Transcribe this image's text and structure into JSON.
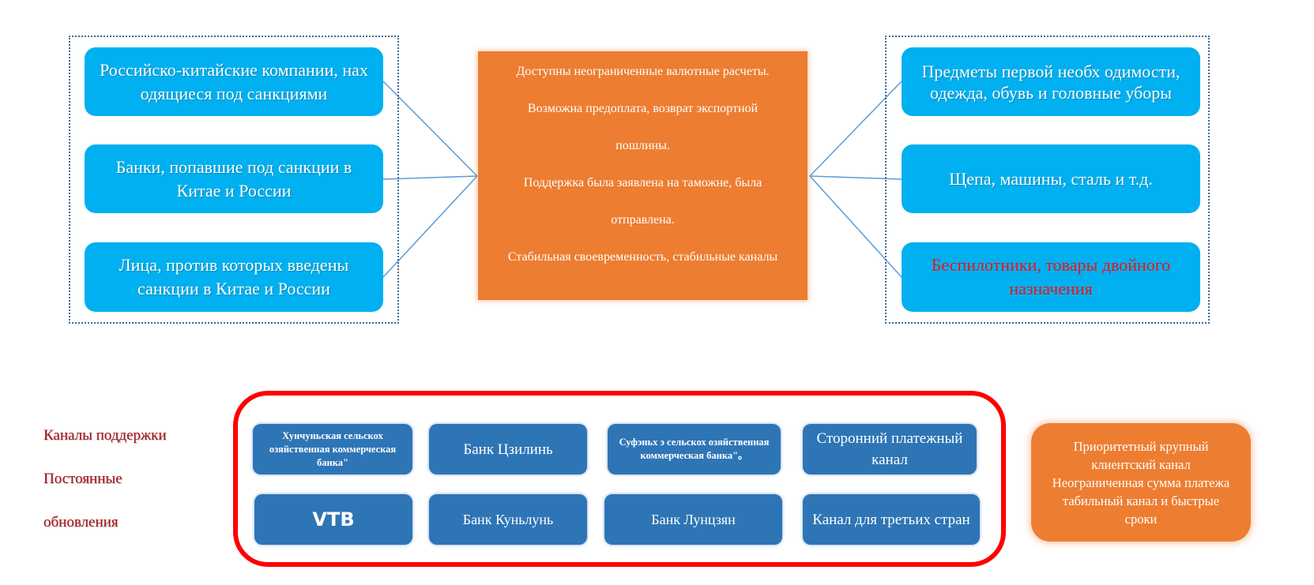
{
  "left_group": {
    "items": [
      {
        "text": "Российско-китайские компании, нах  одящиеся под санкциями"
      },
      {
        "text": "Банки, попавшие под санкции в Китае и России"
      },
      {
        "text": "Лица, против которых   введены санкции в Китае и России"
      }
    ]
  },
  "center": {
    "lines": [
      "Доступны неограниченные валютные расчеты.",
      "Возможна предоплата, возврат экспортной",
      "пошлины.",
      "Поддержка была заявлена на таможне, была",
      "отправлена.",
      "Стабильная своевременность, стабильные каналы"
    ]
  },
  "right_group": {
    "items": [
      {
        "text": "Предметы первой необх  одимости, одежда, обувь и головные уборы",
        "highlight": false
      },
      {
        "text": "Щепа, машины, сталь и т.д.",
        "highlight": false
      },
      {
        "text": "Беспилотники, товары двойного назначения",
        "highlight": true
      }
    ]
  },
  "side_labels": [
    "Каналы поддержки",
    "Постоянные",
    "обновления"
  ],
  "channels": {
    "row1": [
      {
        "text": "Хунчуньская сельскох  озяйственная коммерческая банка\"",
        "size": "small"
      },
      {
        "text": "Банк Цзилинь",
        "size": "big"
      },
      {
        "text": "Суфэньх  э сельскох  озяйственная коммерческая банка\"。",
        "size": "small"
      },
      {
        "text": "Сторонний платежный канал",
        "size": "big"
      }
    ],
    "row2": [
      {
        "text": "VTB",
        "size": "vtb"
      },
      {
        "text": "Банк Куньлунь",
        "size": "big"
      },
      {
        "text": "Банк Лунцзян",
        "size": "big"
      },
      {
        "text": "Канал для третьих стран",
        "size": "big"
      }
    ]
  },
  "priority_box": {
    "lines": [
      "Приоритетный крупный",
      "клиентский канал",
      "Неограниченная сумма платежа",
      "табильный канал и быстрые",
      "сроки"
    ]
  },
  "colors": {
    "cyan": "#00b0f0",
    "orange": "#ed7d31",
    "channel_blue": "#2e75b6",
    "frame_red": "#ff0000",
    "label_red": "#a50f15",
    "connector": "#5b9bd5"
  }
}
